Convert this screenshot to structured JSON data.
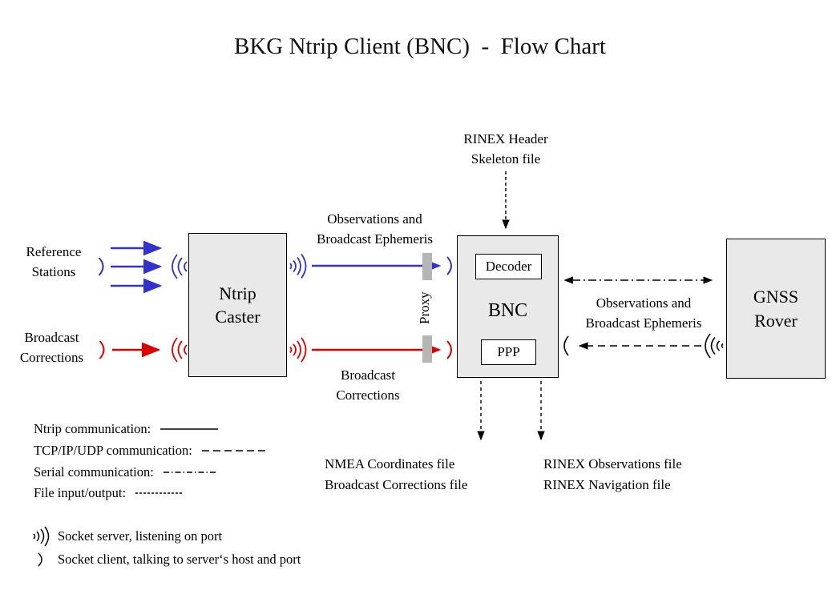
{
  "title": "BKG Ntrip Client (BNC)  -  Flow Chart",
  "boxes": {
    "caster": {
      "line1": "Ntrip",
      "line2": "Caster"
    },
    "bnc": {
      "label": "BNC",
      "decoder": "Decoder",
      "ppp": "PPP"
    },
    "rover": {
      "line1": "GNSS",
      "line2": "Rover"
    }
  },
  "flow_labels": {
    "reference_stations": {
      "line1": "Reference",
      "line2": "Stations"
    },
    "broadcast_corrections_left": {
      "line1": "Broadcast",
      "line2": "Corrections"
    },
    "observations_top": {
      "line1": "Observations and",
      "line2": "Broadcast Ephemeris"
    },
    "broadcast_corrections_mid": {
      "line1": "Broadcast",
      "line2": "Corrections"
    },
    "rinex_header": {
      "line1": "RINEX Header",
      "line2": "Skeleton file"
    },
    "observations_right": {
      "line1": "Observations and",
      "line2": "Broadcast Ephemeris"
    },
    "proxy": "Proxy",
    "nmea_outputs": {
      "line1": "NMEA Coordinates file",
      "line2": "Broadcast Corrections file"
    },
    "rinex_outputs": {
      "line1": "RINEX Observations file",
      "line2": "RINEX Navigation file"
    }
  },
  "legend": {
    "items": [
      {
        "label": "Ntrip communication:",
        "style": "solid"
      },
      {
        "label": "TCP/IP/UDP communication:",
        "style": "dashed"
      },
      {
        "label": "Serial communication:",
        "style": "dash-dot"
      },
      {
        "label": "File input/output:",
        "style": "fine-dashed"
      }
    ]
  },
  "notes": {
    "socket_server": "Socket server, listening on port",
    "socket_client": "Socket client, talking to server‘s host and port"
  },
  "icons": {
    "socket_server": ")))",
    "socket_client": ")",
    "receive_waves": "((("
  },
  "colors": {
    "ntrip_blue": "#3333cc",
    "corrections_red": "#dd0000",
    "box_fill": "#e9e9e9",
    "proxy_gray": "#b5b5b5",
    "line_black": "#000000"
  }
}
